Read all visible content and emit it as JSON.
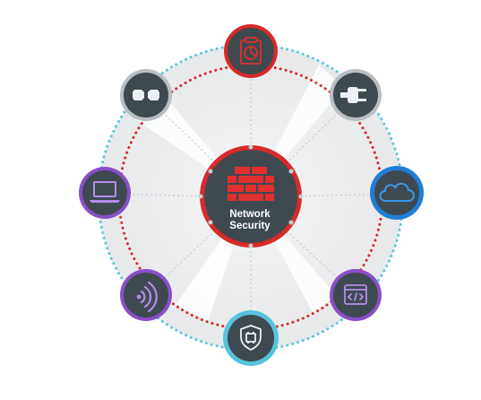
{
  "diagram": {
    "center": {
      "label_line1": "Network",
      "label_line2": "Security",
      "icon": "firewall-brick-icon",
      "ring_color": "#d92a2a",
      "fill_color": "#3f4950",
      "icon_color": "#e0302e"
    },
    "colors": {
      "red_dots": "#d92a2a",
      "cyan_dots": "#5ec6db",
      "gray_ring": "#b9bec2",
      "purple_ring": "#8a4fc7",
      "blue_ring": "#1f7fd6",
      "cyan_ring": "#56c3dc",
      "node_fill": "#3f4950",
      "icon_light": "#eef1f3"
    },
    "nodes": [
      {
        "id": "top",
        "icon": "clipboard-chart-icon",
        "ring": "red"
      },
      {
        "id": "upper-right",
        "icon": "plug-icon",
        "ring": "gray"
      },
      {
        "id": "right",
        "icon": "cloud-icon",
        "ring": "blue"
      },
      {
        "id": "lower-right",
        "icon": "code-window-icon",
        "ring": "purple"
      },
      {
        "id": "bottom",
        "icon": "shield-chip-icon",
        "ring": "cyan"
      },
      {
        "id": "lower-left",
        "icon": "wireless-signal-icon",
        "ring": "purple"
      },
      {
        "id": "left",
        "icon": "laptop-icon",
        "ring": "purple"
      },
      {
        "id": "upper-left",
        "icon": "gears-icon",
        "ring": "gray"
      }
    ]
  }
}
